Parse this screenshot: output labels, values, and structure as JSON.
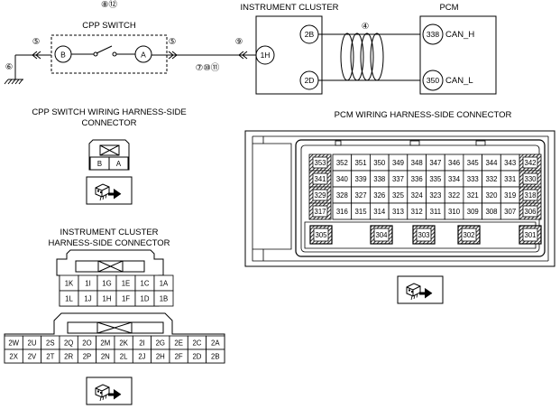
{
  "labels": {
    "cpp_switch": "CPP SWITCH",
    "instrument_cluster": "INSTRUMENT CLUSTER",
    "pcm": "PCM",
    "cpp_connector_title": "CPP SWITCH WIRING HARNESS-SIDE",
    "cpp_connector_title2": "CONNECTOR",
    "ic_connector_title": "INSTRUMENT CLUSTER",
    "ic_connector_title2": "HARNESS-SIDE CONNECTOR",
    "pcm_connector_title": "PCM WIRING HARNESS-SIDE CONNECTOR"
  },
  "schematic": {
    "cpp_refs": "⑧⑫",
    "ground_ref": "⑥",
    "left_wire_ref": "⑤",
    "right_wire_ref": "⑤",
    "wire_refs": "⑦⑩⑪",
    "cluster_ref": "⑨",
    "twisted_ref": "④",
    "switch_pin_b": "B",
    "switch_pin_a": "A",
    "cluster_pin_1h": "1H",
    "cluster_pin_2b": "2B",
    "cluster_pin_2d": "2D",
    "pcm_pin_338": "338",
    "pcm_pin_350": "350",
    "can_h": "CAN_H",
    "can_l": "CAN_L"
  },
  "cpp_connector": {
    "pins": [
      "B",
      "A"
    ]
  },
  "ic_connector_1": {
    "rows": [
      [
        "1K",
        "1I",
        "1G",
        "1E",
        "1C",
        "1A"
      ],
      [
        "1L",
        "1J",
        "1H",
        "1F",
        "1D",
        "1B"
      ]
    ]
  },
  "ic_connector_2": {
    "rows": [
      [
        "2W",
        "2U",
        "2S",
        "2Q",
        "2O",
        "2M",
        "2K",
        "2I",
        "2G",
        "2E",
        "2C",
        "2A"
      ],
      [
        "2X",
        "2V",
        "2T",
        "2R",
        "2P",
        "2N",
        "2L",
        "2J",
        "2H",
        "2F",
        "2D",
        "2B"
      ]
    ]
  },
  "pcm_connector": {
    "left_col": [
      "353",
      "341",
      "329",
      "317"
    ],
    "right_col": [
      "342",
      "330",
      "318",
      "306"
    ],
    "rows": [
      [
        "352",
        "351",
        "350",
        "349",
        "348",
        "347",
        "346",
        "345",
        "344",
        "343"
      ],
      [
        "340",
        "339",
        "338",
        "337",
        "336",
        "335",
        "334",
        "333",
        "332",
        "331"
      ],
      [
        "328",
        "327",
        "326",
        "325",
        "324",
        "323",
        "322",
        "321",
        "320",
        "319"
      ],
      [
        "316",
        "315",
        "314",
        "313",
        "312",
        "311",
        "310",
        "309",
        "308",
        "307"
      ]
    ],
    "large_pins": [
      "305",
      "304",
      "303",
      "302",
      "301"
    ]
  },
  "icons": [
    "connector-view-icon",
    "connector-view-icon",
    "connector-view-icon"
  ]
}
